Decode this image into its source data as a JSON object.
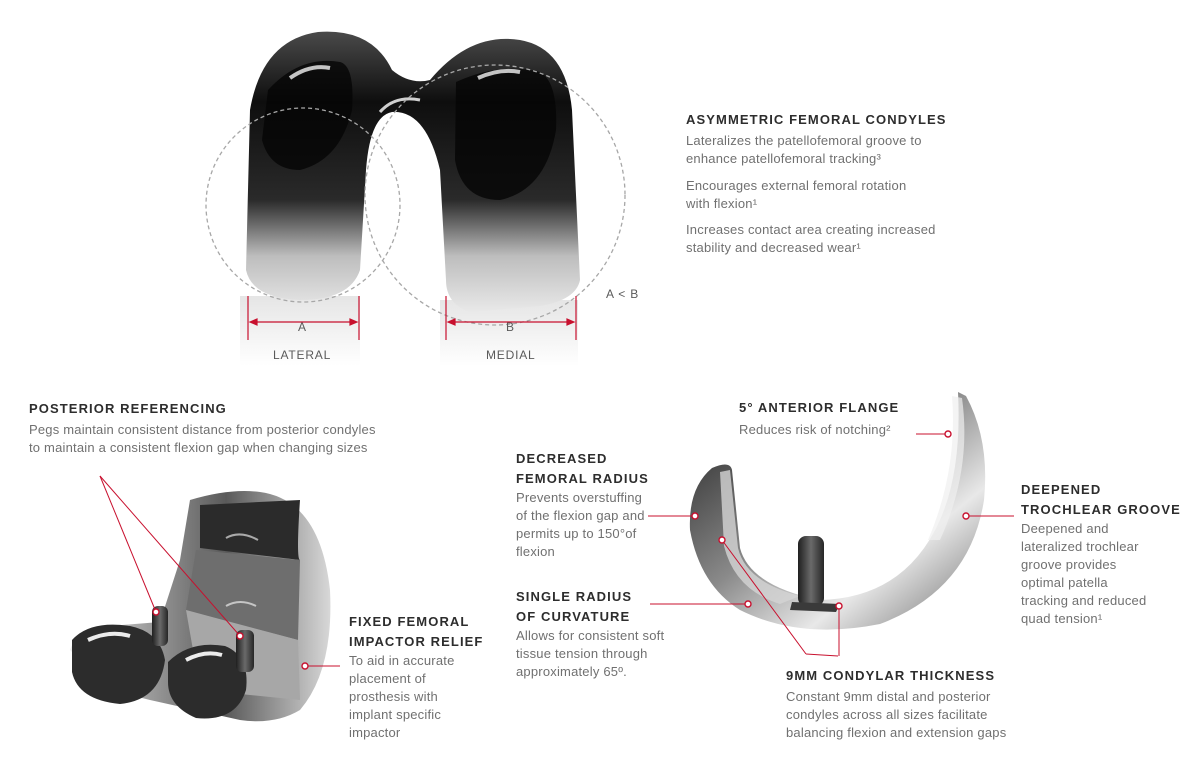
{
  "top_diagram": {
    "dim_a": "A",
    "dim_b": "B",
    "comparison": "A < B",
    "lateral_label": "LATERAL",
    "medial_label": "MEDIAL"
  },
  "asymmetric_condyles": {
    "title": "ASYMMETRIC FEMORAL CONDYLES",
    "bullets": [
      "Lateralizes the patellofemoral groove to\nenhance patellofemoral tracking³",
      "Encourages external femoral rotation\nwith flexion¹",
      "Increases contact area creating increased\nstability and decreased wear¹"
    ]
  },
  "posterior_referencing": {
    "title": "POSTERIOR REFERENCING",
    "body": "Pegs maintain consistent distance from posterior condyles\nto maintain a consistent flexion gap when changing sizes"
  },
  "fixed_impactor_relief": {
    "title": "FIXED FEMORAL\nIMPACTOR RELIEF",
    "body": "To aid in accurate\nplacement of\nprosthesis with\nimplant specific\nimpactor"
  },
  "decreased_radius": {
    "title": "DECREASED\nFEMORAL RADIUS",
    "body": "Prevents overstuffing\nof the flexion gap and\npermits up to 150°of\nflexion"
  },
  "single_radius": {
    "title": "SINGLE RADIUS\nOF CURVATURE",
    "body": "Allows for consistent soft\ntissue tension through\napproximately 65º."
  },
  "anterior_flange": {
    "title": "5° ANTERIOR FLANGE",
    "body": "Reduces risk of notching²"
  },
  "trochlear_groove": {
    "title": "DEEPENED\nTROCHLEAR GROOVE",
    "body": "Deepened and\nlateralized trochlear\ngroove provides\noptimal patella\ntracking and reduced\nquad tension¹"
  },
  "condylar_thickness": {
    "title": "9MM CONDYLAR THICKNESS",
    "body": "Constant 9mm distal and posterior\ncondyles across all sizes facilitate\nbalancing flexion and extension gaps"
  },
  "colors": {
    "accent": "#c8102e",
    "heading": "#2d2d2d",
    "body": "#707070",
    "metal_dark": "#1c1c1c",
    "metal_light": "#d9d9d9"
  }
}
